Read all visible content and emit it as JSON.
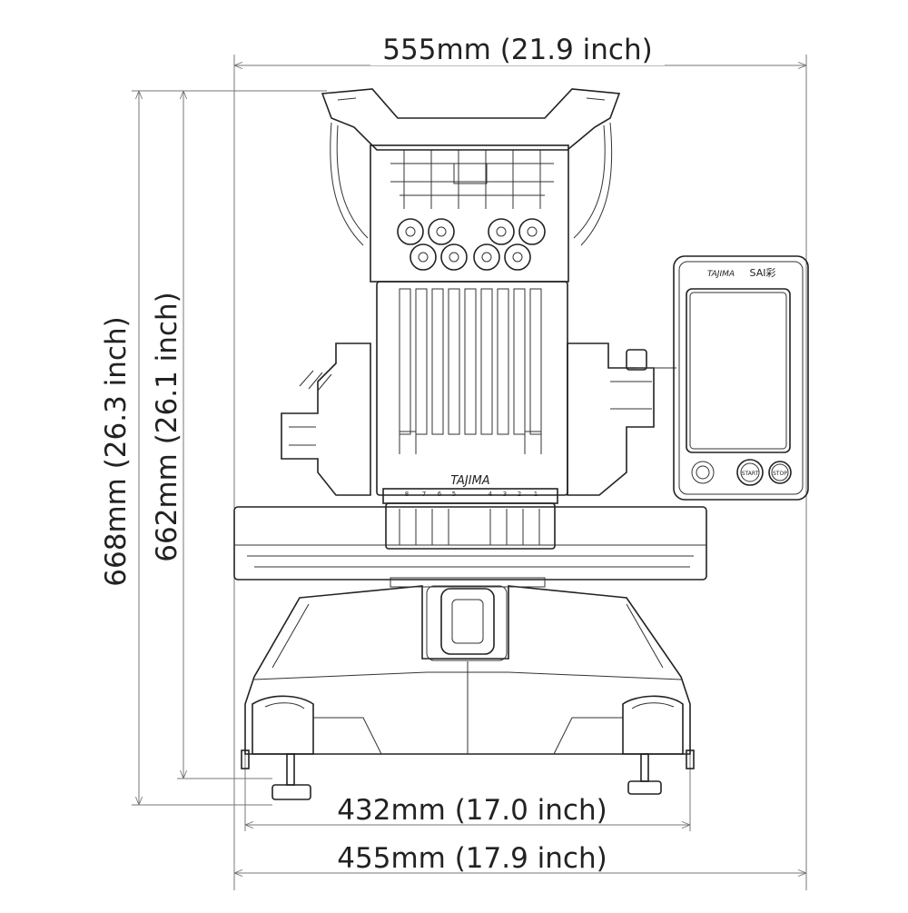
{
  "dimensions": {
    "top_width": "555mm (21.9 inch)",
    "bottom_width_upper": "432mm (17.0 inch)",
    "bottom_width_lower": "455mm (17.9 inch)",
    "height_outer": "668mm (26.3 inch)",
    "height_inner": "662mm (26.1 inch)"
  },
  "machine": {
    "head_brand": "TAJIMA",
    "needle_numbers": [
      "8",
      "7",
      "6",
      "5",
      "4",
      "3",
      "2",
      "1"
    ]
  },
  "control_panel": {
    "brand": "TAJIMA",
    "model": "SAI彩",
    "start_button": "START",
    "stop_button": "STOP"
  }
}
